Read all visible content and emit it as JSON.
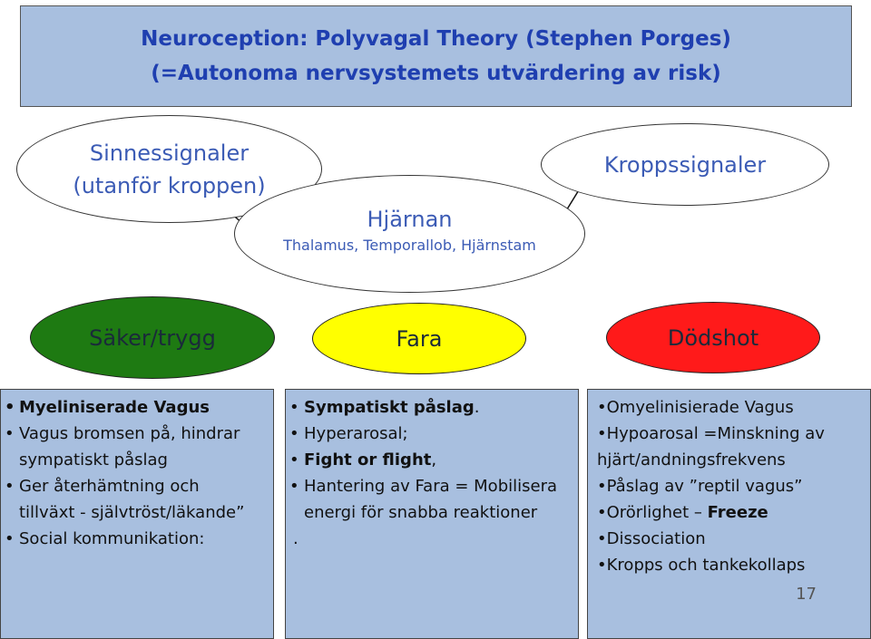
{
  "title": {
    "line1": "Neuroception: Polyvagal Theory (Stephen Porges)",
    "line2": "(=Autonoma nervsystemets utvärdering av risk)"
  },
  "inputs": {
    "sinnes_line1": "Sinnessignaler",
    "sinnes_line2": "(utanför kroppen)",
    "kropp": "Kroppssignaler"
  },
  "brain": {
    "title": "Hjärnan",
    "subtitle": "Thalamus, Temporallob, Hjärnstam"
  },
  "states": {
    "safe": "Säker/trygg",
    "danger": "Fara",
    "deadly": "Dödshot"
  },
  "left_list": {
    "item1": "Myeliniserade Vagus",
    "item2a": "Vagus bromsen på, hindrar",
    "item2b": "sympatiskt påslag",
    "item3a": "Ger återhämtning och",
    "item3b": "tillväxt - självtröst/läkande”",
    "item4": "Social kommunikation:"
  },
  "mid_list": {
    "item1": "Sympatiskt påslag",
    "item1_end": ".",
    "item2": "Hyperarosal;",
    "item3": "Fight or flight",
    "item3_end": ",",
    "item4a": "Hantering av Fara = Mobilisera",
    "item4b": "energi för snabba reaktioner",
    "item5": "."
  },
  "right_list": {
    "item1": "•Omyelinisierade Vagus",
    "item2a": "•Hypoarosal =Minskning av",
    "item2b": "hjärt/andningsfrekvens",
    "item3": "•Påslag av ”reptil vagus”",
    "item4a": "•Orörlighet – ",
    "item4b": "Freeze",
    "item5": "•Dissociation",
    "item6": "•Kropps och tankekollaps"
  },
  "page_number": "17",
  "colors": {
    "panel_blue": "#a8bfdf",
    "title_blue": "#1f3fb0",
    "safe_green": "#1e7a12",
    "danger_yellow": "#ffff00",
    "deadly_red": "#ff1a1a"
  }
}
